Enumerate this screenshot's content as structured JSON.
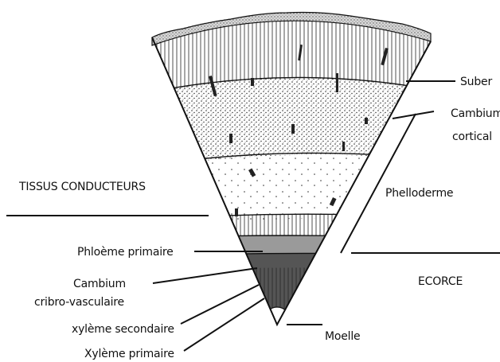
{
  "labels": {
    "suber": "Suber",
    "cambium_cortical_1": "Cambium",
    "cambium_cortical_2": "cortical",
    "tissus_conducteurs": "TISSUS CONDUCTEURS",
    "phelloderme": "Phelloderme",
    "phloeme_primaire": "Phloème primaire",
    "ecorce": "ECORCE",
    "cambium_cribro_1": "Cambium",
    "cambium_cribro_2": "cribro-vasculaire",
    "xyleme_secondaire": "xylème secondaire",
    "moelle": "Moelle",
    "xyleme_primaire": "Xylème primaire"
  },
  "colors": {
    "ink": "#111111",
    "background": "#ffffff",
    "phloem_band": "#9a9a9a",
    "cork_speckle": "#bdbdbd"
  }
}
